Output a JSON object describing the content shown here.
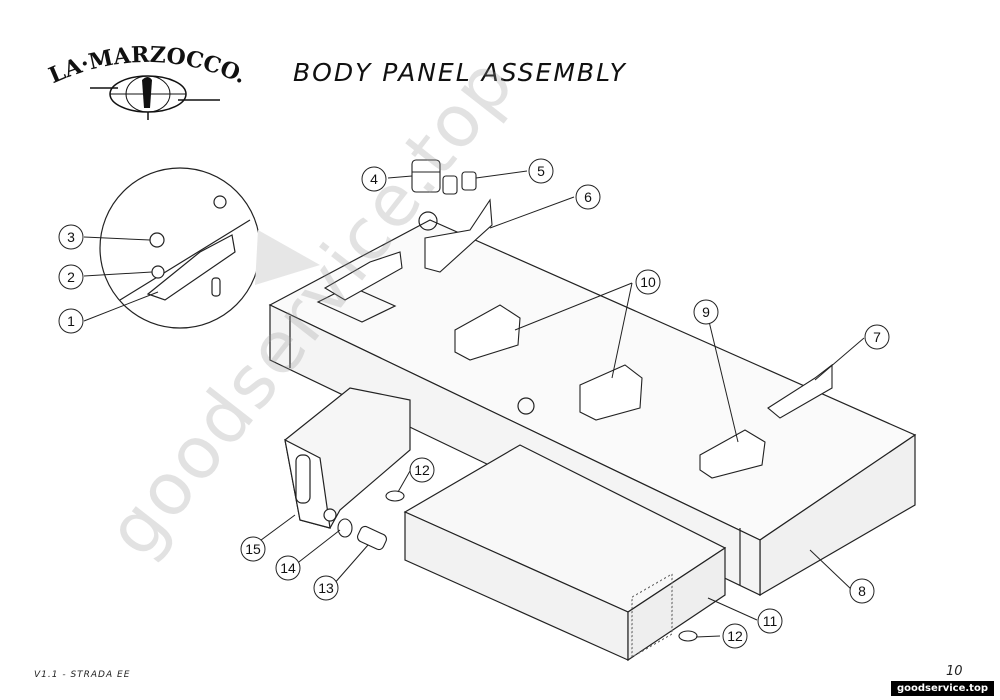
{
  "brand": {
    "logo_text": "LA·MARZOCCO."
  },
  "title": "BODY PANEL ASSEMBLY",
  "footer": {
    "version": "V1.1 - STRADA EE",
    "page_number": "10"
  },
  "watermark": "goodservice.top",
  "site_badge": "goodservice.top",
  "callouts": [
    "1",
    "2",
    "3",
    "4",
    "5",
    "6",
    "7",
    "8",
    "9",
    "10",
    "11",
    "12",
    "12",
    "13",
    "14",
    "15"
  ],
  "colors": {
    "line": "#222222",
    "watermark": "#999999",
    "badge_bg": "#000000"
  }
}
